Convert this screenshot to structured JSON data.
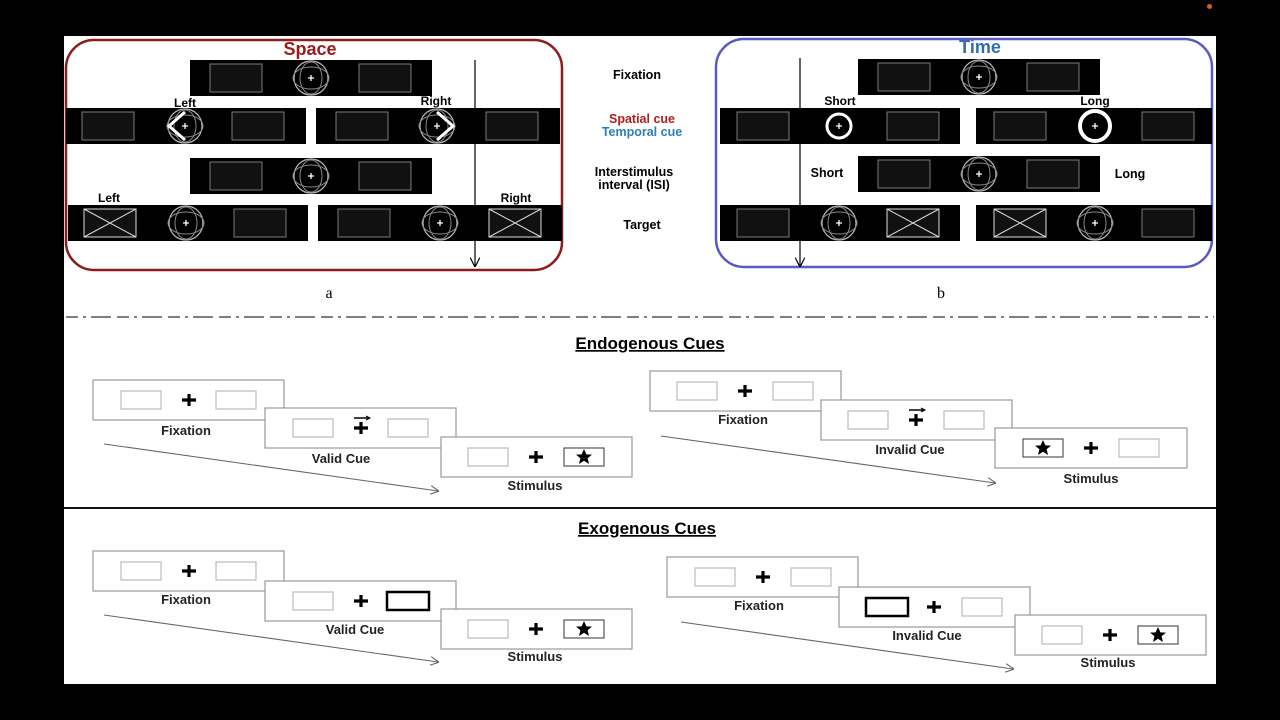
{
  "space_panel": {
    "title": "Space",
    "title_color": "#9b1b1b",
    "left": "Left",
    "right": "Right",
    "left_target": "Left",
    "right_target": "Right",
    "caption": "a"
  },
  "time_panel": {
    "title": "Time",
    "title_color": "#2f6fa8",
    "short": "Short",
    "long": "Long",
    "short_isi": "Short",
    "long_isi": "Long",
    "caption": "b"
  },
  "stages": {
    "fixation": "Fixation",
    "spatial_cue": "Spatial cue",
    "temporal_cue": "Temporal cue",
    "isi_line1": "Interstimulus",
    "isi_line2": "interval (ISI)",
    "target": "Target"
  },
  "endogenous": {
    "title": "Endogenous Cues",
    "valid": {
      "fixation": "Fixation",
      "cue": "Valid Cue",
      "stimulus": "Stimulus"
    },
    "invalid": {
      "fixation": "Fixation",
      "cue": "Invalid Cue",
      "stimulus": "Stimulus"
    }
  },
  "exogenous": {
    "title": "Exogenous Cues",
    "valid": {
      "fixation": "Fixation",
      "cue": "Valid Cue",
      "stimulus": "Stimulus"
    },
    "invalid": {
      "fixation": "Fixation",
      "cue": "Invalid Cue",
      "stimulus": "Stimulus"
    }
  },
  "colors": {
    "space_border": "#8e1c1c",
    "time_border": "#5b59c2",
    "spatial_cue_text": "#b01e1e",
    "temporal_cue_text": "#2f7fb0"
  }
}
